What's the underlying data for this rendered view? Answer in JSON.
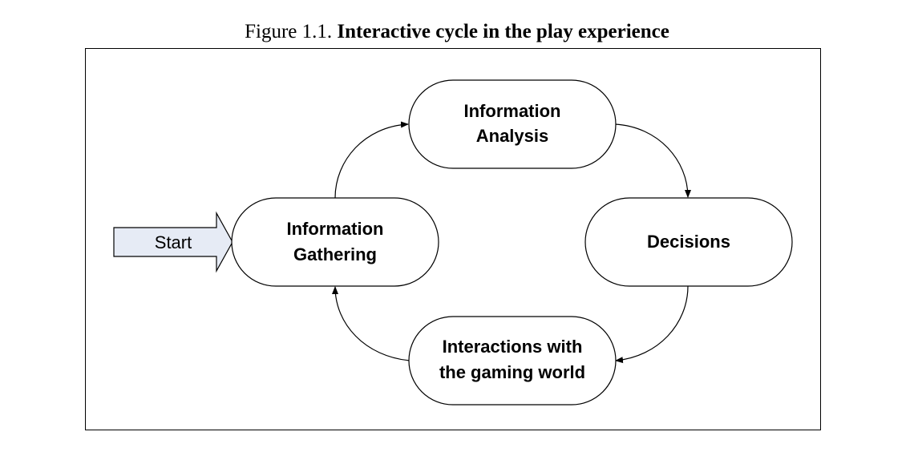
{
  "caption": {
    "prefix": "Figure 1.1. ",
    "title": "Interactive cycle in the play experience"
  },
  "start_arrow": {
    "label": "Start",
    "fill_color": "#e6ebf5"
  },
  "nodes": {
    "information_gathering": {
      "line1": "Information",
      "line2": "Gathering"
    },
    "information_analysis": {
      "line1": "Information",
      "line2": "Analysis"
    },
    "decisions": {
      "line1": "Decisions"
    },
    "interactions": {
      "line1": "Interactions with",
      "line2": "the gaming world"
    }
  },
  "edges": [
    {
      "from": "Information Gathering",
      "to": "Information Analysis"
    },
    {
      "from": "Information Analysis",
      "to": "Decisions"
    },
    {
      "from": "Decisions",
      "to": "Interactions with the gaming world"
    },
    {
      "from": "Interactions with the gaming world",
      "to": "Information Gathering"
    }
  ]
}
